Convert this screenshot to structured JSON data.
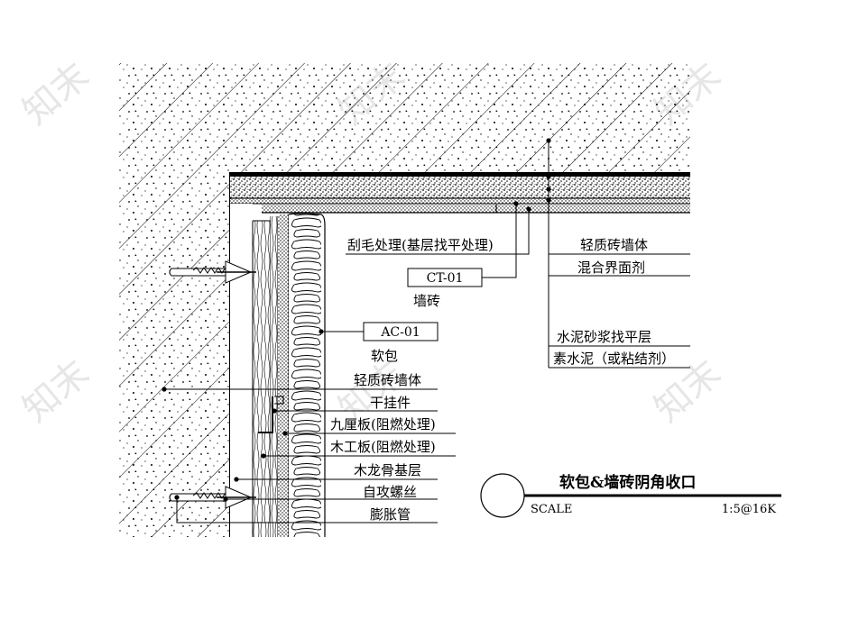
{
  "watermark": "知末",
  "tags": {
    "ct": "CT-01",
    "ac": "AC-01"
  },
  "labels": {
    "scrape": "刮毛处理(基层找平处理)",
    "wall_tile": "墙砖",
    "soft_pack": "软包",
    "light_brick_left": "轻质砖墙体",
    "dry_hanger": "干挂件",
    "nine_board": "九厘板(阻燃处理)",
    "wood_board": "木工板(阻燃处理)",
    "keel": "木龙骨基层",
    "screw": "自攻螺丝",
    "anchor": "膨胀管",
    "light_brick_right": "轻质砖墙体",
    "interface": "混合界面剂",
    "mortar": "水泥砂浆找平层",
    "cement": "素水泥（或粘结剂）"
  },
  "title_block": {
    "title": "软包&墙砖阴角收口",
    "scale_label": "SCALE",
    "scale_value": "1:5@16K"
  }
}
